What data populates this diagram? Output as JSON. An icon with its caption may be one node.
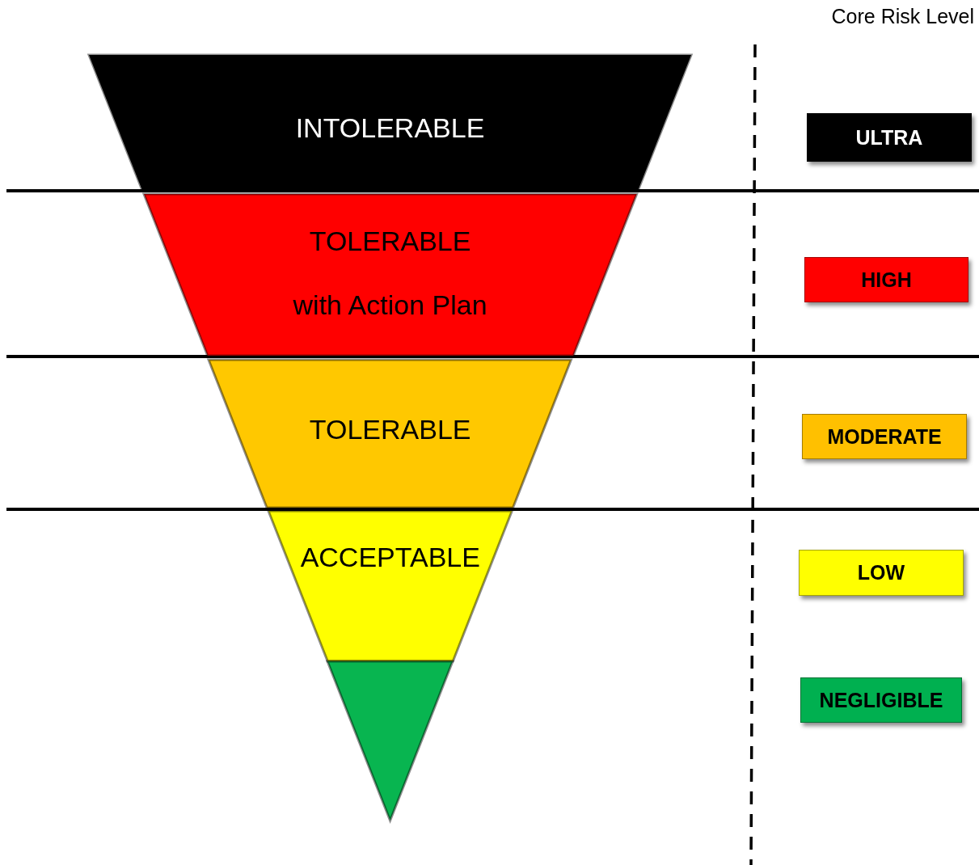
{
  "diagram": {
    "nodes": [
      {
        "text": [
          "INTOLERABLE"
        ]
      },
      {
        "text": [
          "TOLERABLE",
          "with Action Plan"
        ]
      },
      {
        "text": [
          "TOLERABLE"
        ]
      },
      {
        "text": [
          "ACCEPTABLE"
        ]
      },
      {
        "text": [],
        "shape": "triangle"
      },
      {
        "text": [
          "ULTRA"
        ]
      },
      {
        "text": [
          "HIGH"
        ]
      },
      {
        "text": [
          "MODERATE"
        ]
      },
      {
        "text": [
          "LOW"
        ]
      },
      {
        "text": [
          "NEGLIGIBLE"
        ]
      }
    ],
    "labels": [
      "Core Risk Level"
    ]
  }
}
